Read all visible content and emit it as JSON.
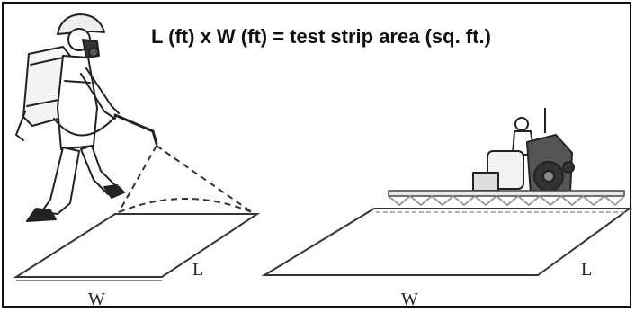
{
  "formula": "L (ft) x W (ft) = test strip area (sq. ft.)",
  "left_scene": {
    "length_label": "L",
    "width_label": "W"
  },
  "right_scene": {
    "length_label": "L",
    "width_label": "W"
  }
}
